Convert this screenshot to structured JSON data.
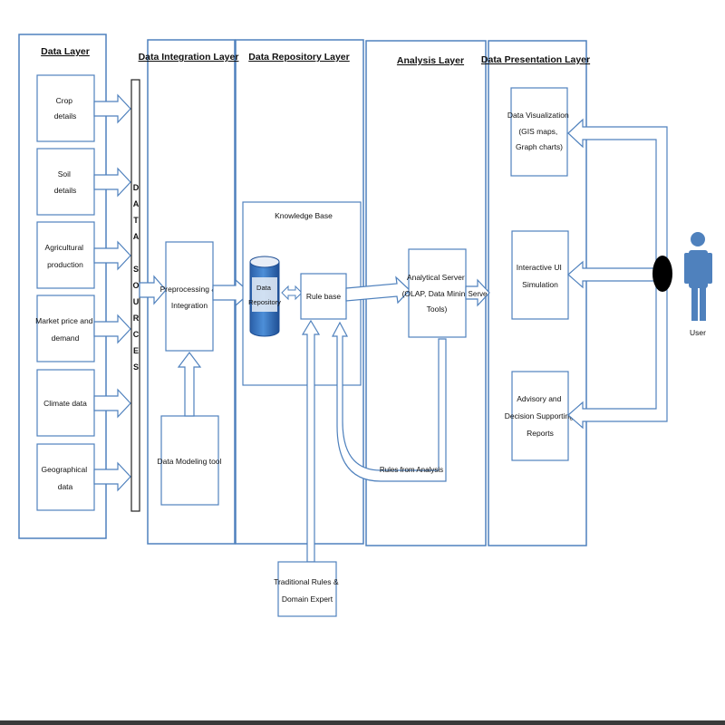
{
  "layers": {
    "data": "Data Layer",
    "integration": "Data Integration Layer",
    "repository": "Data Repository Layer",
    "analysis": "Analysis Layer",
    "presentation": "Data Presentation Layer"
  },
  "data_sources": [
    [
      "Crop",
      "details"
    ],
    [
      "Soil",
      "details"
    ],
    [
      "Agricultural",
      "production"
    ],
    [
      "Market price and",
      "demand"
    ],
    [
      "Climate data"
    ],
    [
      "Geographical",
      "data"
    ]
  ],
  "data_sources_label": [
    "D",
    "A",
    "T",
    "A",
    " ",
    "S",
    "O",
    "U",
    "R",
    "C",
    "E",
    "S"
  ],
  "integration": {
    "preprocessing": [
      "Preprocessing &",
      "Integration"
    ],
    "modeling_tool": "Data Modeling tool"
  },
  "repository": {
    "knowledge_base": "Knowledge Base",
    "data_repository": [
      "Data",
      "Repository"
    ],
    "rule_base": "Rule base",
    "traditional_rules": [
      "Traditional Rules &",
      "Domain Expert"
    ]
  },
  "analysis": {
    "server": [
      "Analytical Server",
      "(OLAP, Data Mining",
      "Tools)"
    ],
    "rules_from_analysis": "Rules from Analysis",
    "serve": "Serve"
  },
  "presentation": {
    "visualization": [
      "Data Visualization",
      "(GIS maps,",
      "Graph charts)"
    ],
    "interactive": [
      "Interactive UI",
      "Simulation"
    ],
    "advisory": [
      "Advisory and",
      "Decision Supporting",
      "Reports"
    ]
  },
  "user": {
    "label": "User"
  },
  "colors": {
    "border": "#4f81bd",
    "arrow_fill": "#ffffff",
    "cylinder_top": "#e8eef7",
    "cylinder_body": "#2e6fbf",
    "user_fill": "#4f81bd",
    "node_fill": "#000000"
  }
}
